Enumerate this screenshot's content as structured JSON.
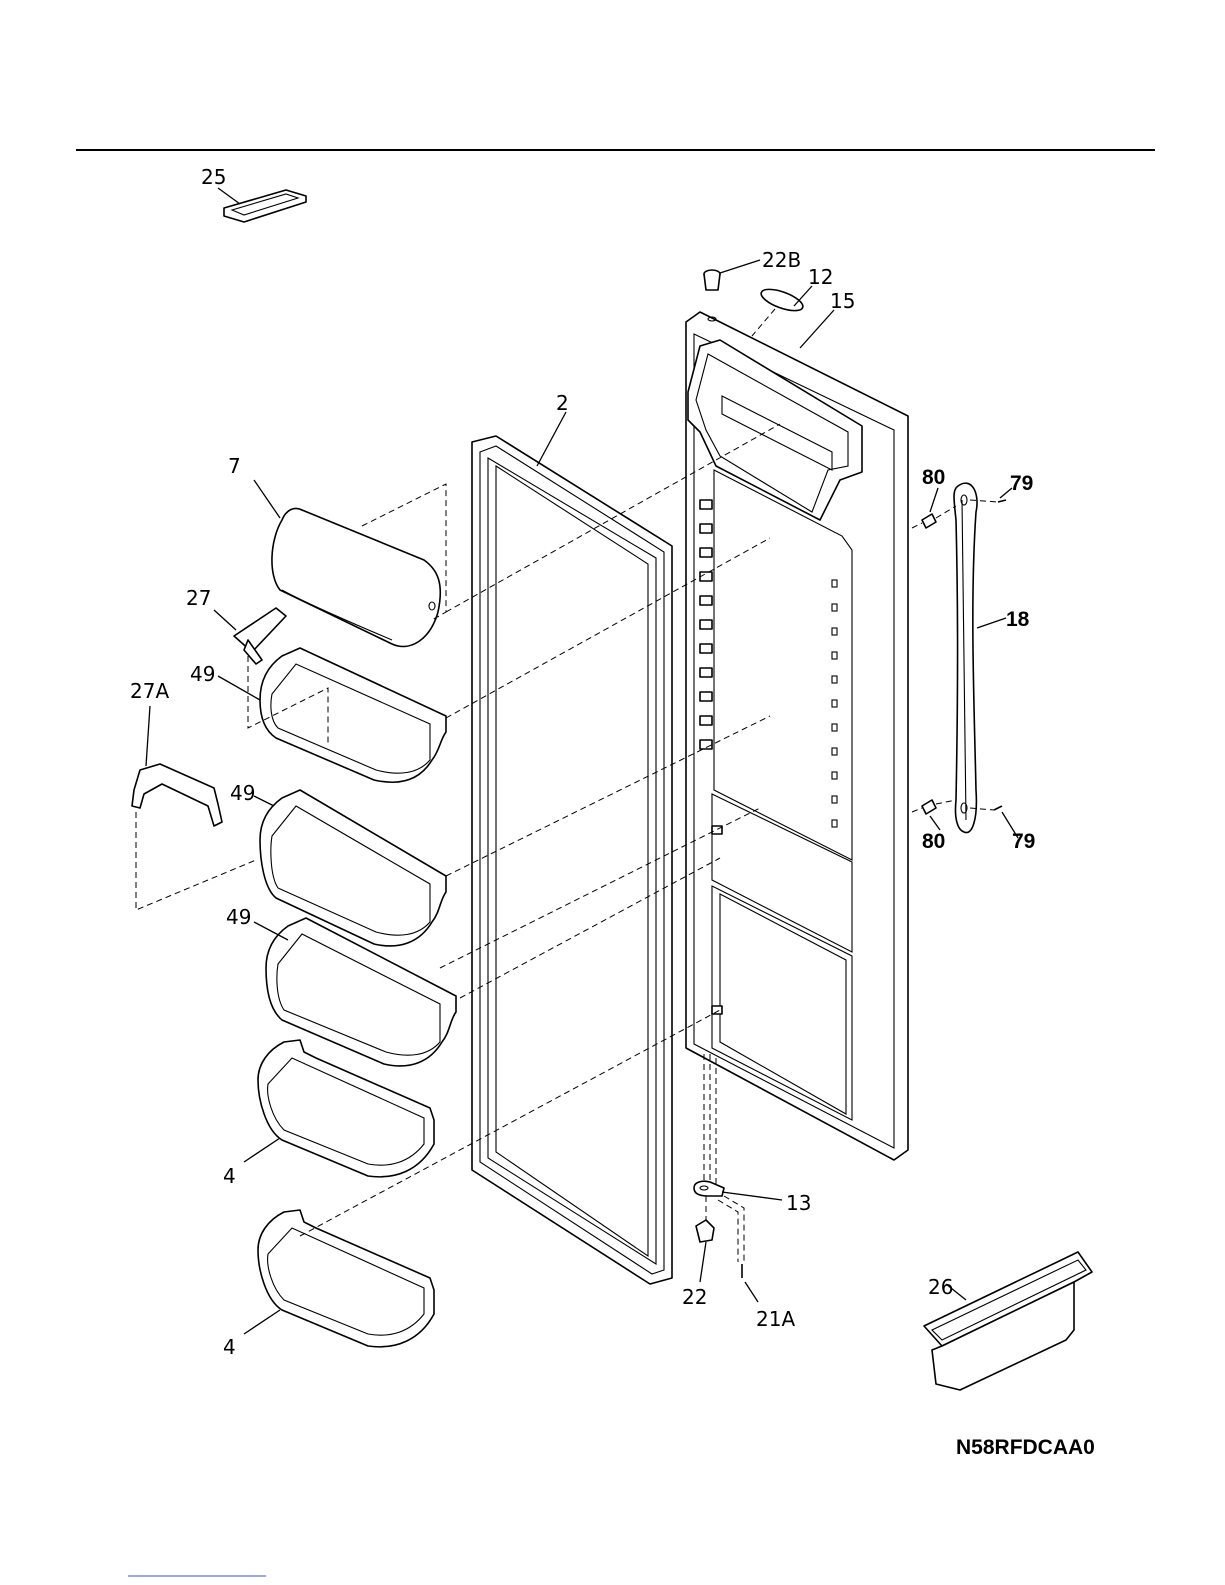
{
  "diagram_code": "N58RFDCAA0",
  "labels": {
    "p2": "2",
    "p4a": "4",
    "p4b": "4",
    "p7": "7",
    "p12": "12",
    "p13": "13",
    "p15": "15",
    "p18": "18",
    "p21A": "21A",
    "p22": "22",
    "p22B": "22B",
    "p25": "25",
    "p26": "26",
    "p27": "27",
    "p27A": "27A",
    "p49a": "49",
    "p49b": "49",
    "p49c": "49",
    "p79a": "79",
    "p79b": "79",
    "p80a": "80",
    "p80b": "80"
  }
}
